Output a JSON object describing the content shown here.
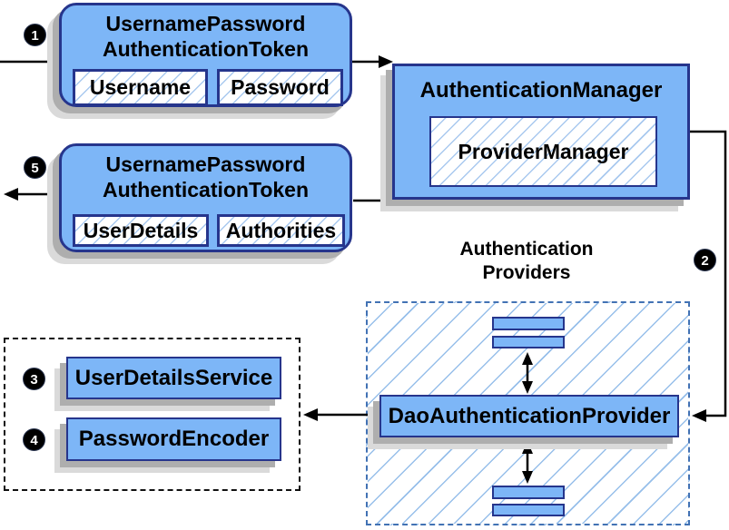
{
  "colors": {
    "box_fill": "#7db6f7",
    "box_border": "#26358c",
    "shadow_dark": "#aeaeae",
    "shadow_light": "#dadada",
    "hatch_line": "#a9c9ef",
    "hatch_line_big": "#97bfea",
    "dashed_blue": "#4272b4",
    "arrow_black": "#000000",
    "step_bg": "#000000",
    "step_fg": "#ffffff"
  },
  "steps": [
    "1",
    "2",
    "3",
    "4",
    "5"
  ],
  "nodes": {
    "request_token": {
      "title": [
        "UsernamePassword",
        "AuthenticationToken"
      ],
      "fields": [
        "Username",
        "Password"
      ]
    },
    "authentication_manager": {
      "title": "AuthenticationManager",
      "inner": "ProviderManager"
    },
    "result_token": {
      "title": [
        "UsernamePassword",
        "AuthenticationToken"
      ],
      "fields": [
        "UserDetails",
        "Authorities"
      ]
    },
    "providers_group": {
      "label": [
        "Authentication",
        "Providers"
      ],
      "main_provider": "DaoAuthenticationProvider"
    },
    "collaborators": {
      "service": "UserDetailsService",
      "encoder": "PasswordEncoder"
    }
  }
}
